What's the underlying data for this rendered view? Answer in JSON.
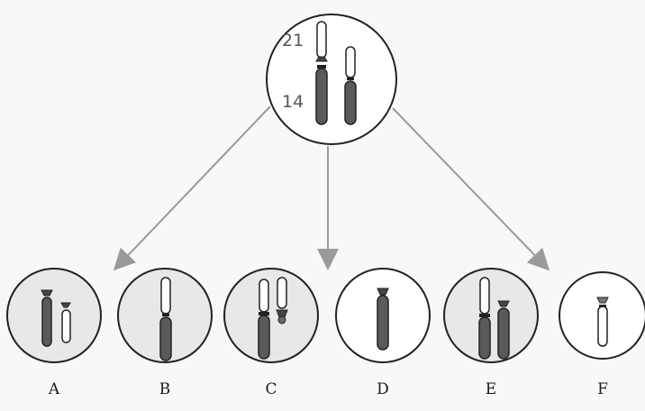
{
  "parent_cell": {
    "labels": [
      "21",
      "14"
    ]
  },
  "gametes": [
    {
      "label": "A",
      "shaded": true
    },
    {
      "label": "B",
      "shaded": true
    },
    {
      "label": "C",
      "shaded": true
    },
    {
      "label": "D",
      "shaded": false
    },
    {
      "label": "E",
      "shaded": true
    },
    {
      "label": "F",
      "shaded": false
    }
  ],
  "colors": {
    "dark_chromosome": "#5a5a5a",
    "light_chromosome": "#ffffff",
    "arrow": "#9a9a9a",
    "outline": "#222222"
  }
}
